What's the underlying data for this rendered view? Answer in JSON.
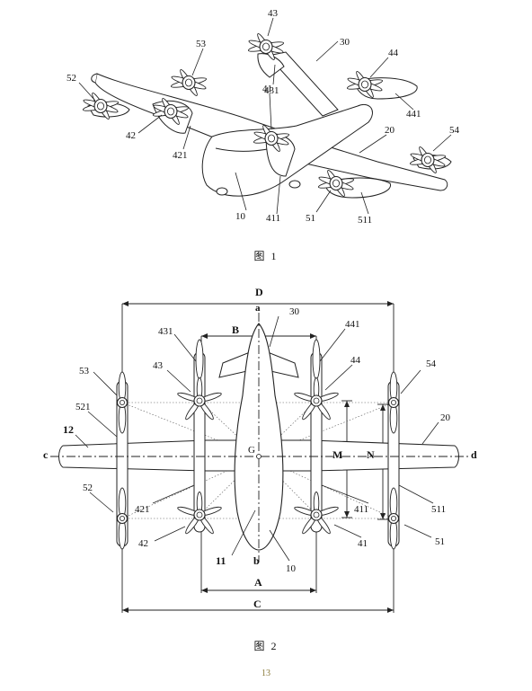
{
  "figure1": {
    "caption": "图 1",
    "labels": {
      "l43": "43",
      "l53": "53",
      "l30": "30",
      "l52": "52",
      "l44": "44",
      "l41": "41",
      "l431": "431",
      "l441": "441",
      "l42": "42",
      "l421": "421",
      "l20": "20",
      "l54": "54",
      "l10": "10",
      "l411": "411",
      "l51": "51",
      "l511": "511"
    }
  },
  "figure2": {
    "caption": "图 2",
    "labels": {
      "D": "D",
      "a": "a",
      "l30": "30",
      "l431": "431",
      "B": "B",
      "l441": "441",
      "l43": "43",
      "l44": "44",
      "l53": "53",
      "l54": "54",
      "l521": "521",
      "l20": "20",
      "l12": "12",
      "c": "c",
      "G": "G",
      "M": "M",
      "N": "N",
      "d": "d",
      "l52": "52",
      "l421": "421",
      "l411": "411",
      "l511": "511",
      "l42": "42",
      "l41": "41",
      "l51": "51",
      "l11": "11",
      "b": "b",
      "l10": "10",
      "A": "A",
      "C": "C"
    }
  },
  "page_number": "13"
}
